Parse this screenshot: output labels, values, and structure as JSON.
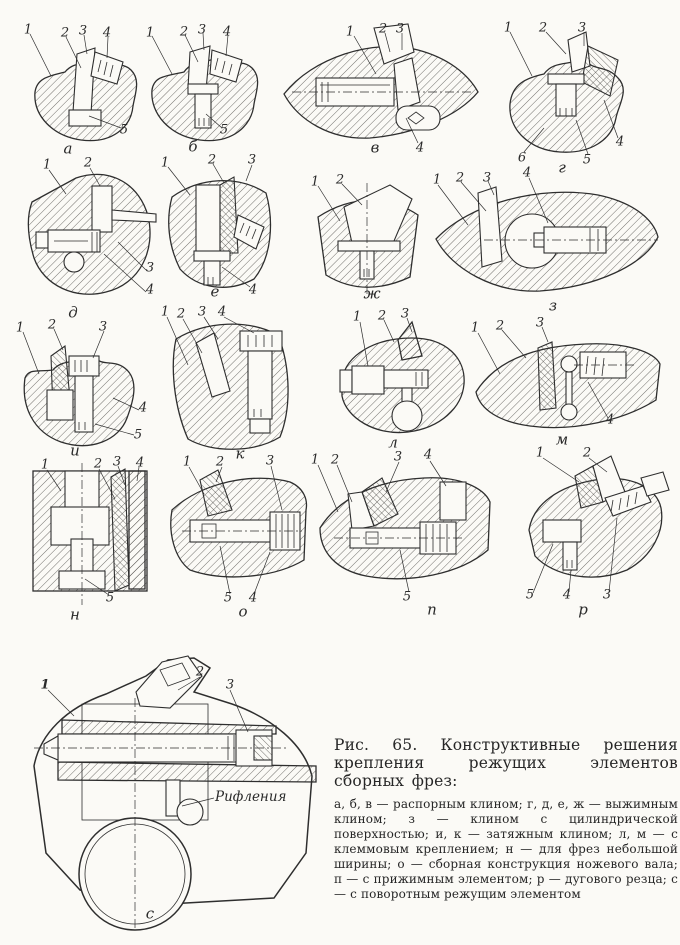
{
  "figure": {
    "caption": {
      "title": "Рис. 65. Конструктивные решения крепления режущих элементов сборных фрез:",
      "legend": "а, б, в — распорным клином; г, д, е, ж — выжимным клином; з — клином с цилиндрической поверхностью; и, к — затяжным клином; л, м — с клеммовым креплением; н — для фрез небольшой ширины; о — сборная конструкция ножевого вала; п — с прижимным элементом; р — дугового резца; с — с поворотным режущим элементом"
    },
    "annotation": "Рифления",
    "panels": [
      {
        "label": "а",
        "callouts": [
          "1",
          "2",
          "3",
          "4",
          "5"
        ]
      },
      {
        "label": "б",
        "callouts": [
          "1",
          "2",
          "3",
          "4",
          "5"
        ]
      },
      {
        "label": "в",
        "callouts": [
          "1",
          "2",
          "3",
          "4"
        ]
      },
      {
        "label": "г",
        "callouts": [
          "1",
          "2",
          "3",
          "4",
          "5",
          "6"
        ]
      },
      {
        "label": "д",
        "callouts": [
          "1",
          "2",
          "3",
          "4"
        ]
      },
      {
        "label": "е",
        "callouts": [
          "1",
          "2",
          "3",
          "4"
        ]
      },
      {
        "label": "ж",
        "callouts": [
          "1",
          "2"
        ]
      },
      {
        "label": "з",
        "callouts": [
          "1",
          "2",
          "3",
          "4"
        ]
      },
      {
        "label": "и",
        "callouts": [
          "1",
          "2",
          "3",
          "4",
          "5"
        ]
      },
      {
        "label": "к",
        "callouts": [
          "1",
          "2",
          "3",
          "4"
        ]
      },
      {
        "label": "л",
        "callouts": [
          "1",
          "2",
          "3"
        ]
      },
      {
        "label": "м",
        "callouts": [
          "1",
          "2",
          "3",
          "4"
        ]
      },
      {
        "label": "н",
        "callouts": [
          "1",
          "2",
          "3",
          "4",
          "5"
        ]
      },
      {
        "label": "о",
        "callouts": [
          "1",
          "2",
          "3",
          "5",
          "4"
        ]
      },
      {
        "label": "п",
        "callouts": [
          "1",
          "2",
          "3",
          "4",
          "5"
        ]
      },
      {
        "label": "р",
        "callouts": [
          "1",
          "2",
          "5",
          "4",
          "3"
        ]
      },
      {
        "label": "с",
        "callouts": [
          "1",
          "2",
          "3"
        ]
      }
    ]
  }
}
